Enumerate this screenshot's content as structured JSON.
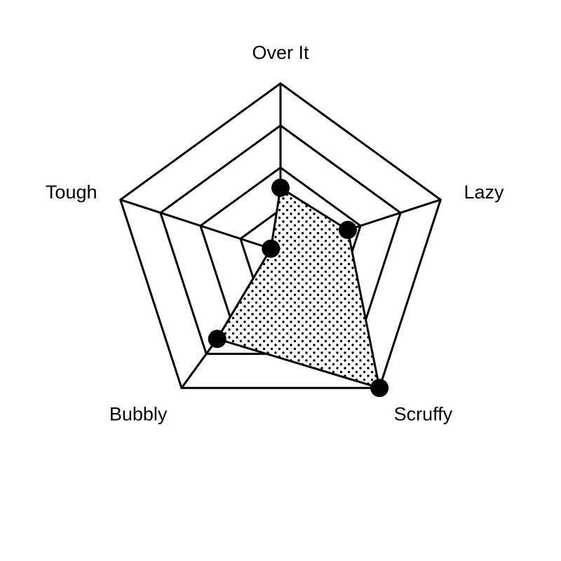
{
  "chart_data": {
    "type": "radar",
    "categories": [
      "Over It",
      "Lazy",
      "Scruffy",
      "Bubbly",
      "Tough"
    ],
    "series": [
      {
        "values": [
          1.9,
          2.1,
          5.0,
          3.2,
          0.3
        ]
      }
    ],
    "range": [
      0,
      5
    ],
    "rings": 4,
    "colors": {
      "line": "#000000",
      "fill_pattern": "dots",
      "background": "#ffffff"
    }
  }
}
